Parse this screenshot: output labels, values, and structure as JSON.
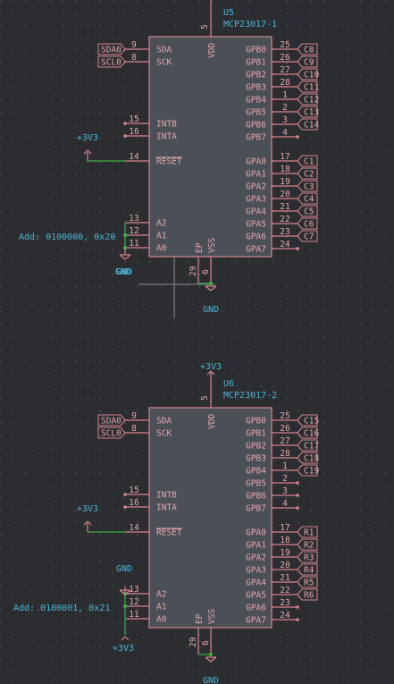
{
  "colors": {
    "background": "#2b2d31",
    "body_fill": "#4b4f58",
    "body_stroke": "#d9868c",
    "pin": "#d9868c",
    "wire": "#3fae3f",
    "text_cyan": "#4bb7d6",
    "text_pink": "#e4a7aa"
  },
  "power": {
    "gnd": "GND",
    "v33": "+3V3"
  },
  "chips": [
    {
      "ref": "U5",
      "value": "MCP23017-1",
      "address_note": "Add: 0100000, 0x20",
      "pins": {
        "vdd": {
          "name": "VDD",
          "num": "5"
        },
        "sda": {
          "name": "SDA",
          "num": "9"
        },
        "sck": {
          "name": "SCK",
          "num": "8"
        },
        "intb": {
          "name": "INTB",
          "num": "15"
        },
        "inta": {
          "name": "INTA",
          "num": "16"
        },
        "reset": {
          "name": "RESET",
          "num": "14"
        },
        "a2": {
          "name": "A2",
          "num": "13"
        },
        "a1": {
          "name": "A1",
          "num": "12"
        },
        "a0": {
          "name": "A0",
          "num": "11"
        },
        "ep": {
          "name": "EP",
          "num": "29"
        },
        "vss": {
          "name": "VSS",
          "num": "6"
        }
      },
      "gpb": [
        {
          "name": "GPB0",
          "num": "25",
          "net": "C8"
        },
        {
          "name": "GPB1",
          "num": "26",
          "net": "C9"
        },
        {
          "name": "GPB2",
          "num": "27",
          "net": "C10"
        },
        {
          "name": "GPB3",
          "num": "28",
          "net": "C11"
        },
        {
          "name": "GPB4",
          "num": "1",
          "net": "C12"
        },
        {
          "name": "GPB5",
          "num": "2",
          "net": "C13"
        },
        {
          "name": "GPB6",
          "num": "3",
          "net": "C14"
        },
        {
          "name": "GPB7",
          "num": "4",
          "net": ""
        }
      ],
      "gpa": [
        {
          "name": "GPA0",
          "num": "17",
          "net": "C1"
        },
        {
          "name": "GPA1",
          "num": "18",
          "net": "C2"
        },
        {
          "name": "GPA2",
          "num": "19",
          "net": "C3"
        },
        {
          "name": "GPA3",
          "num": "20",
          "net": "C4"
        },
        {
          "name": "GPA4",
          "num": "21",
          "net": "C5"
        },
        {
          "name": "GPA5",
          "num": "22",
          "net": "C6"
        },
        {
          "name": "GPA6",
          "num": "23",
          "net": "C7"
        },
        {
          "name": "GPA7",
          "num": "24",
          "net": ""
        }
      ],
      "left_labels": {
        "sda": "SDA0",
        "sck": "SCL0"
      }
    },
    {
      "ref": "U6",
      "value": "MCP23017-2",
      "address_note": "Add: 0100001, 0x21",
      "pins": {
        "vdd": {
          "name": "VDD",
          "num": "5"
        },
        "sda": {
          "name": "SDA",
          "num": "9"
        },
        "sck": {
          "name": "SCK",
          "num": "8"
        },
        "intb": {
          "name": "INTB",
          "num": "15"
        },
        "inta": {
          "name": "INTA",
          "num": "16"
        },
        "reset": {
          "name": "RESET",
          "num": "14"
        },
        "a2": {
          "name": "A2",
          "num": "13"
        },
        "a1": {
          "name": "A1",
          "num": "12"
        },
        "a0": {
          "name": "A0",
          "num": "11"
        },
        "ep": {
          "name": "EP",
          "num": "29"
        },
        "vss": {
          "name": "VSS",
          "num": "6"
        }
      },
      "gpb": [
        {
          "name": "GPB0",
          "num": "25",
          "net": "C15"
        },
        {
          "name": "GPB1",
          "num": "26",
          "net": "C16"
        },
        {
          "name": "GPB2",
          "num": "27",
          "net": "C17"
        },
        {
          "name": "GPB3",
          "num": "28",
          "net": "C18"
        },
        {
          "name": "GPB4",
          "num": "1",
          "net": "C19"
        },
        {
          "name": "GPB5",
          "num": "2",
          "net": ""
        },
        {
          "name": "GPB6",
          "num": "3",
          "net": ""
        },
        {
          "name": "GPB7",
          "num": "4",
          "net": ""
        }
      ],
      "gpa": [
        {
          "name": "GPA0",
          "num": "17",
          "net": "R1"
        },
        {
          "name": "GPA1",
          "num": "18",
          "net": "R2"
        },
        {
          "name": "GPA2",
          "num": "19",
          "net": "R3"
        },
        {
          "name": "GPA3",
          "num": "20",
          "net": "R4"
        },
        {
          "name": "GPA4",
          "num": "21",
          "net": "R5"
        },
        {
          "name": "GPA5",
          "num": "22",
          "net": "R6"
        },
        {
          "name": "GPA6",
          "num": "23",
          "net": ""
        },
        {
          "name": "GPA7",
          "num": "24",
          "net": ""
        }
      ],
      "left_labels": {
        "sda": "SDA0",
        "sck": "SCL0"
      }
    }
  ]
}
